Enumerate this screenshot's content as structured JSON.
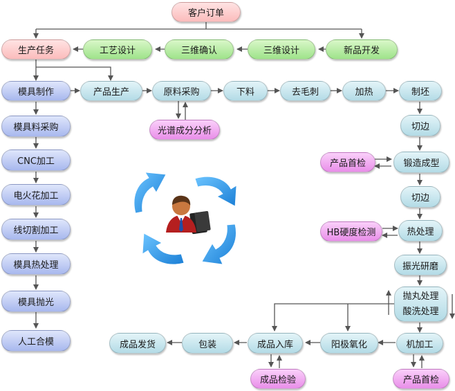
{
  "nodes": {
    "customer_order": "客户订单",
    "production_task": "生产任务",
    "process_design": "工艺设计",
    "confirm_3d": "三维确认",
    "design_3d": "三维设计",
    "new_product": "新品开发",
    "mold_making": "模具制作",
    "product_production": "产品生产",
    "raw_purchase": "原料采购",
    "cutting": "下料",
    "deburr": "去毛刺",
    "heating": "加热",
    "billet": "制坯",
    "spectral": "光谱成分分析",
    "mold_material": "模具料采购",
    "cnc": "CNC加工",
    "edm": "电火花加工",
    "wire_cut": "线切割加工",
    "mold_heat": "模具热处理",
    "mold_polish": "模具抛光",
    "manual_assembly": "人工合模",
    "trim1": "切边",
    "first_inspect1": "产品首检",
    "forging": "锻造成型",
    "trim2": "切边",
    "hb_test": "HB硬度检测",
    "heat_treat": "热处理",
    "vibration_polish": "振光研磨",
    "shot_blast": "抛丸处理",
    "pickling": "酸洗处理",
    "machining": "机加工",
    "first_inspect2": "产品首检",
    "anodize": "阳极氧化",
    "warehousing": "成品入库",
    "packing": "包装",
    "shipping": "成品发货",
    "final_inspect": "成品检验"
  },
  "colors": {
    "wire": "#555555",
    "cycle_arrow": "#2b8fe0"
  },
  "icons": {
    "center": "person-with-document-icon",
    "cycle": "circular-arrows-icon"
  }
}
